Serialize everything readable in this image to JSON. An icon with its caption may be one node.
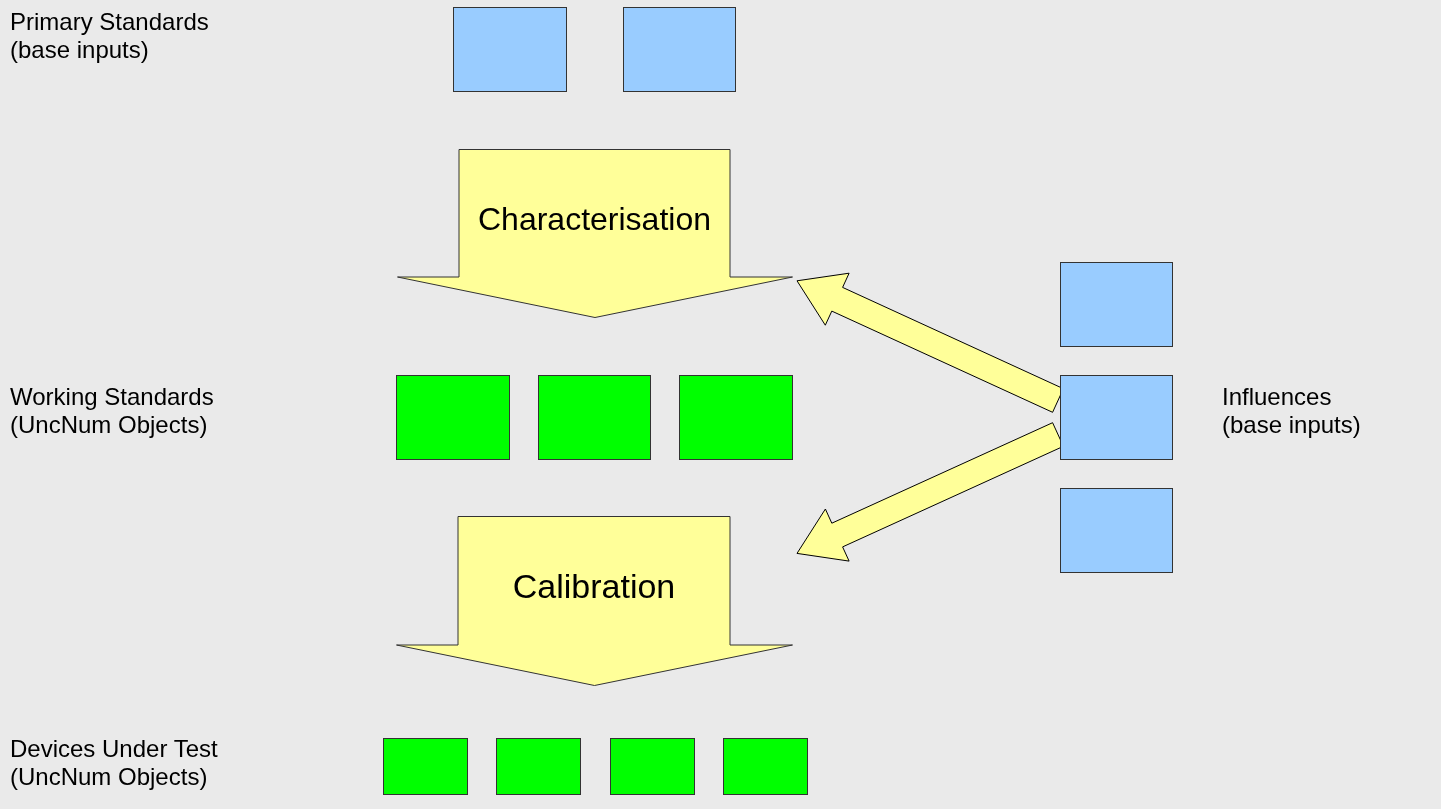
{
  "diagram": {
    "nodes": [
      {
        "text": [],
        "shape": "box"
      },
      {
        "text": [],
        "shape": "box"
      },
      {
        "text": [
          "Characterisation"
        ]
      },
      {
        "text": [],
        "shape": "box"
      },
      {
        "text": [],
        "shape": "box"
      },
      {
        "text": [],
        "shape": "box"
      },
      {
        "text": [],
        "shape": "box"
      },
      {
        "text": [],
        "shape": "box"
      },
      {
        "text": [
          "Calibration"
        ]
      },
      {
        "text": [],
        "shape": "box"
      },
      {
        "text": [],
        "shape": "box"
      },
      {
        "text": [],
        "shape": "box"
      },
      {
        "text": [],
        "shape": "box"
      },
      {
        "text": [],
        "shape": "box"
      }
    ],
    "edges": [
      {
        "from": 7,
        "to": 2,
        "arrow": "to",
        "style": "thick"
      },
      {
        "from": 7,
        "to": 8,
        "arrow": "to",
        "style": "thick"
      }
    ],
    "labels": [
      "Primary Standards (base inputs)",
      "Working Standards (UncNum Objects)",
      "Influences (base inputs)",
      "Devices Under Test (UncNum Objects)"
    ]
  }
}
